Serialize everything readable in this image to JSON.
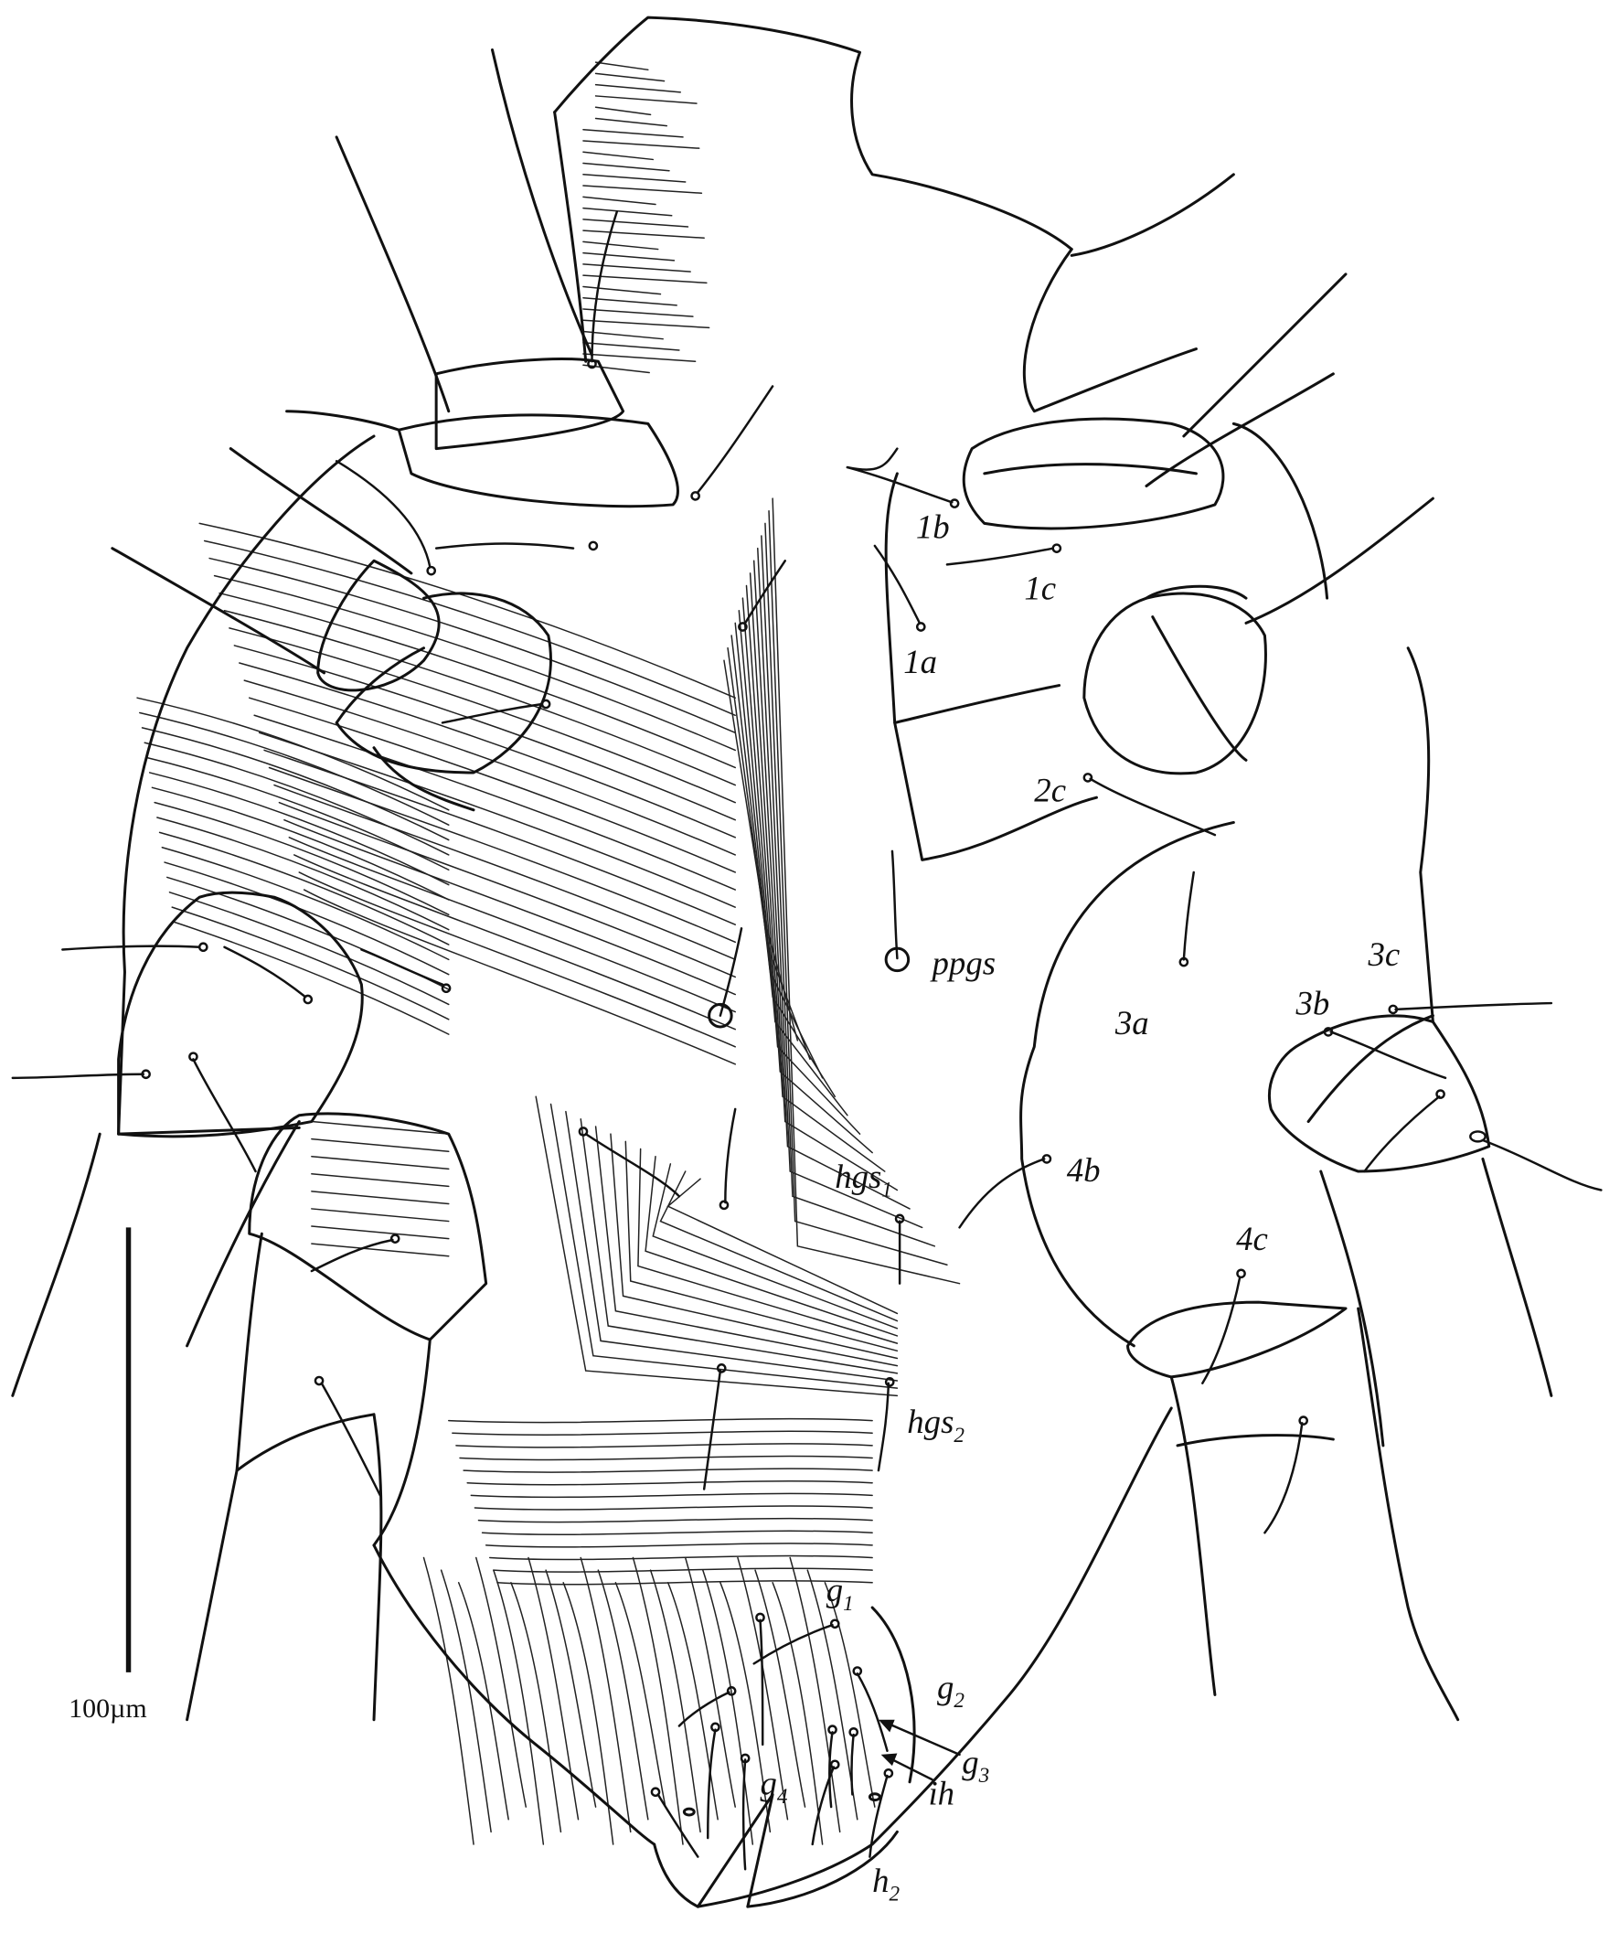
{
  "figure": {
    "labels": {
      "l1b": "1b",
      "l1c": "1c",
      "l1a": "1a",
      "l2c": "2c",
      "ppgs": "ppgs",
      "l3c": "3c",
      "l3b": "3b",
      "l3a": "3a",
      "l4b": "4b",
      "l4c": "4c",
      "hgs": "hgs",
      "sub1": "1",
      "sub2": "2",
      "sub3": "3",
      "sub4": "4",
      "g": "g",
      "ih": "ih",
      "h": "h"
    },
    "scale_bar": {
      "label": "100µm"
    }
  }
}
